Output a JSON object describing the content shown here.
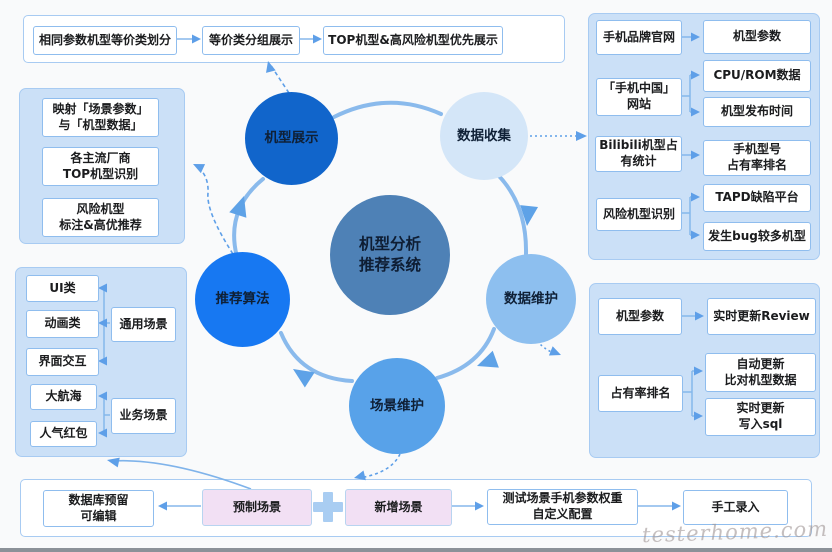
{
  "top_flow": {
    "step1": "相同参数机型等价类划分",
    "step2": "等价类分组展示",
    "step3": "TOP机型&高风险机型优先展示"
  },
  "cycle": {
    "center": "机型分析\n推荐系统",
    "model_display": "机型展示",
    "data_collect": "数据收集",
    "data_maintain": "数据维护",
    "scene_maintain": "场景维护",
    "recommend_algo": "推荐算法"
  },
  "display_panel": {
    "item1": "映射「场景参数」\n与「机型数据」",
    "item2": "各主流厂商\nTOP机型识别",
    "item3": "风险机型\n标注&高优推荐"
  },
  "scene_panel": {
    "ui": "UI类",
    "animation": "动画类",
    "interaction": "界面交互",
    "general": "通用场景",
    "sailing": "大航海",
    "red_packet": "人气红包",
    "business": "业务场景"
  },
  "collect_panel": {
    "brand_site": "手机品牌官网",
    "model_params": "机型参数",
    "china_site": "「手机中国」\n网站",
    "cpu_rom": "CPU/ROM数据",
    "release_time": "机型发布时间",
    "bili_stats": "Bilibili机型占\n有统计",
    "share_rank": "手机型号\n占有率排名",
    "risk_identify": "风险机型识别",
    "tapd": "TAPD缺陷平台",
    "buggy_models": "发生bug较多机型"
  },
  "maintain_panel": {
    "model_params": "机型参数",
    "review": "实时更新Review",
    "share_rank": "占有率排名",
    "auto_update": "自动更新\n比对机型数据",
    "write_sql": "实时更新\n写入sql"
  },
  "bottom_flow": {
    "db_editable": "数据库预留\n可编辑",
    "preset_scene": "预制场景",
    "new_scene": "新增场景",
    "weight_config": "测试场景手机参数权重\n自定义配置",
    "manual_entry": "手工录入"
  },
  "watermark": "testerhome.com",
  "colors": {
    "accent_blue": "#1778f2",
    "deep_blue": "#1165cb",
    "steel_blue": "#4e81b6",
    "panel_fill": "#cbe0f7",
    "pale_circle": "#d4e6f8",
    "mid_circle": "#8dbfef",
    "scene_circle": "#58a2e9",
    "pink_fill": "#f2e0f4",
    "connector": "#85b7ec"
  }
}
